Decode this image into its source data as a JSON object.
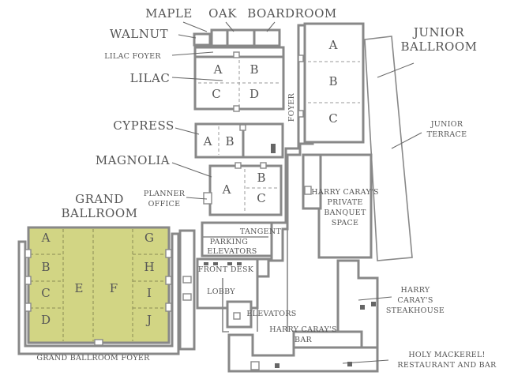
{
  "labels": {
    "maple": "MAPLE",
    "oak": "OAK",
    "boardroom": "BOARDROOM",
    "walnut": "WALNUT",
    "lilac_foyer": "LILAC FOYER",
    "lilac": "LILAC",
    "cypress": "CYPRESS",
    "magnolia": "MAGNOLIA",
    "planner_office_1": "PLANNER",
    "planner_office_2": "OFFICE",
    "grand_ballroom_1": "GRAND",
    "grand_ballroom_2": "BALLROOM",
    "tangent": "TANGENT",
    "parking_elevators_1": "PARKING",
    "parking_elevators_2": "ELEVATORS",
    "front_desk": "FRONT DESK",
    "lobby": "LOBBY",
    "elevators": "ELEVATORS",
    "grand_ballroom_foyer": "GRAND BALLROOM FOYER",
    "foyer": "FOYER",
    "junior_ballroom_1": "JUNIOR",
    "junior_ballroom_2": "BALLROOM",
    "junior_terrace_1": "JUNIOR",
    "junior_terrace_2": "TERRACE",
    "harry_private_1": "HARRY CARAY'S",
    "harry_private_2": "PRIVATE",
    "harry_private_3": "BANQUET",
    "harry_private_4": "SPACE",
    "harry_steak_1": "HARRY",
    "harry_steak_2": "CARAY'S",
    "harry_steak_3": "STEAKHOUSE",
    "harry_bar_1": "HARRY CARAY'S",
    "harry_bar_2": "BAR",
    "holy_mackerel_1": "HOLY MACKEREL!",
    "holy_mackerel_2": "RESTAURANT AND BAR"
  },
  "sections": {
    "lilac": [
      "A",
      "B",
      "C",
      "D"
    ],
    "cypress": [
      "A",
      "B"
    ],
    "magnolia": [
      "A",
      "B",
      "C"
    ],
    "junior": [
      "A",
      "B",
      "C"
    ],
    "grand": [
      "A",
      "B",
      "C",
      "D",
      "E",
      "F",
      "G",
      "H",
      "I",
      "J"
    ]
  },
  "colors": {
    "grand_ballroom_fill": "#d2d584",
    "walls": "#888888",
    "text": "#555555"
  }
}
